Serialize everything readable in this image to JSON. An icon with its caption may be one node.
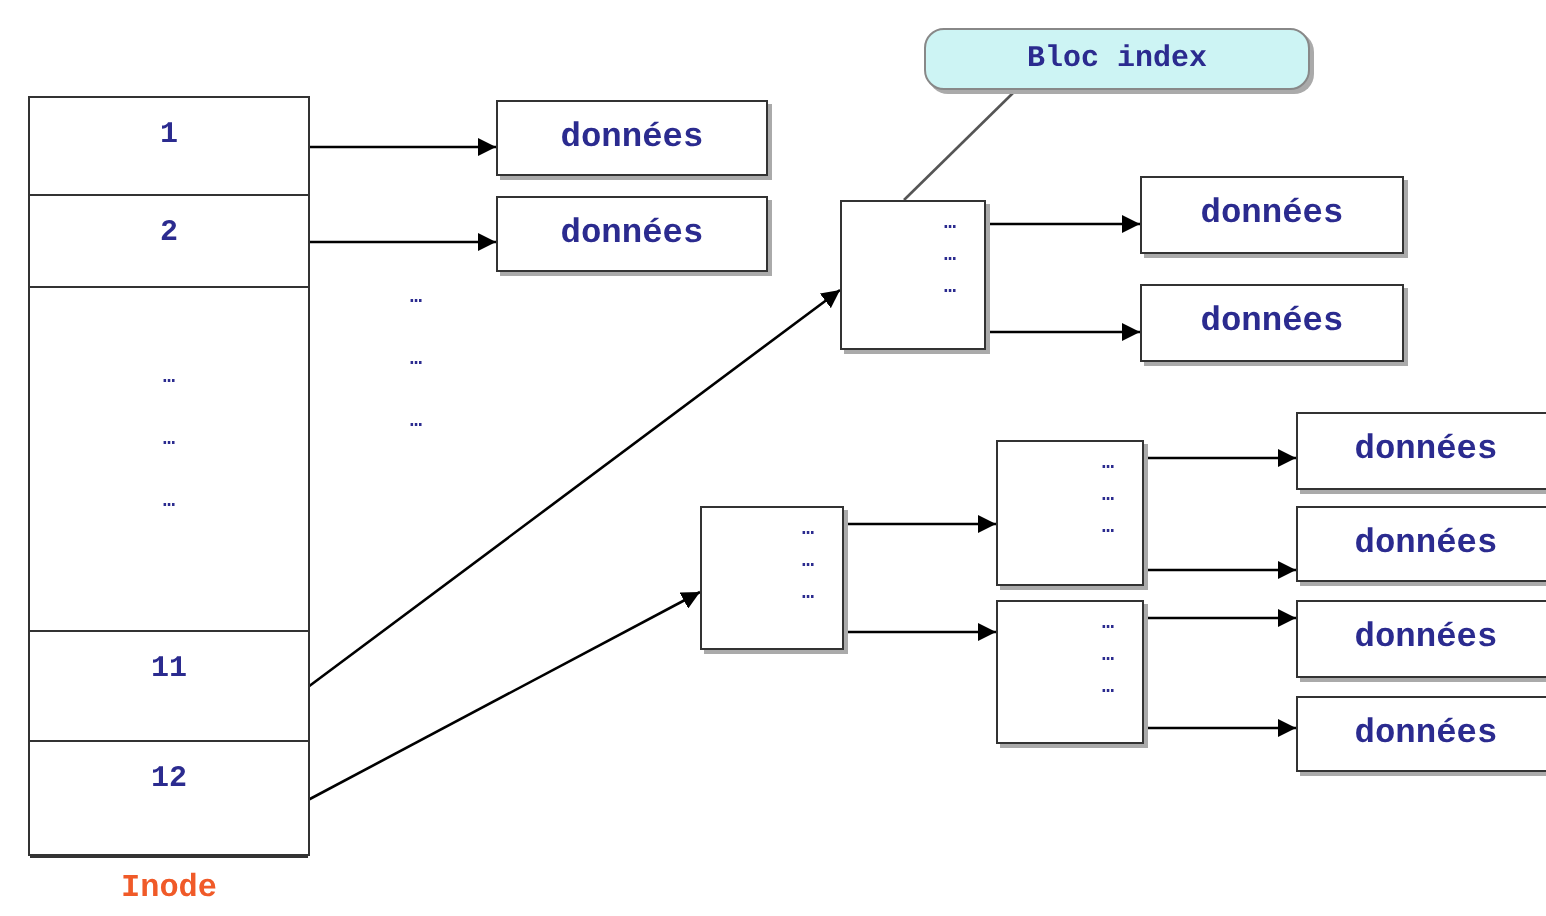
{
  "diagram": {
    "nodes": [
      {
        "text": [
          "Inode"
        ]
      },
      {
        "text": [
          "1"
        ],
        "in": 0
      },
      {
        "text": [
          "2"
        ],
        "in": 0
      },
      {
        "text": [
          "…",
          "…",
          "…"
        ],
        "in": 0
      },
      {
        "text": [
          "11"
        ],
        "in": 0
      },
      {
        "text": [
          "12"
        ],
        "in": 0
      },
      {
        "text": [
          "données"
        ]
      },
      {
        "text": [
          "données"
        ]
      },
      {
        "text": [
          "Bloc index"
        ]
      },
      {
        "text": [
          "…",
          "…",
          "…"
        ]
      },
      {
        "text": [
          "données"
        ]
      },
      {
        "text": [
          "données"
        ]
      },
      {
        "text": [
          "…",
          "…",
          "…"
        ]
      },
      {
        "text": [
          "…",
          "…",
          "…"
        ]
      },
      {
        "text": [
          "…",
          "…",
          "…"
        ]
      },
      {
        "text": [
          "données"
        ]
      },
      {
        "text": [
          "données"
        ]
      },
      {
        "text": [
          "données"
        ]
      },
      {
        "text": [
          "données"
        ]
      }
    ],
    "edges": [
      {
        "from": 1,
        "to": 6,
        "arrow": "to"
      },
      {
        "from": 2,
        "to": 7,
        "arrow": "to"
      },
      {
        "from": 4,
        "to": 9,
        "arrow": "to"
      },
      {
        "from": 8,
        "to": 9,
        "arrow": "none"
      },
      {
        "from": 9,
        "to": 10,
        "arrow": "to"
      },
      {
        "from": 9,
        "to": 11,
        "arrow": "to"
      },
      {
        "from": 5,
        "to": 12,
        "arrow": "to"
      },
      {
        "from": 12,
        "to": 13,
        "arrow": "to"
      },
      {
        "from": 12,
        "to": 14,
        "arrow": "to"
      },
      {
        "from": 13,
        "to": 15,
        "arrow": "to"
      },
      {
        "from": 13,
        "to": 16,
        "arrow": "to"
      },
      {
        "from": 14,
        "to": 17,
        "arrow": "to"
      },
      {
        "from": 14,
        "to": 18,
        "arrow": "to"
      }
    ],
    "labels": [
      "…",
      "…",
      "…"
    ]
  }
}
